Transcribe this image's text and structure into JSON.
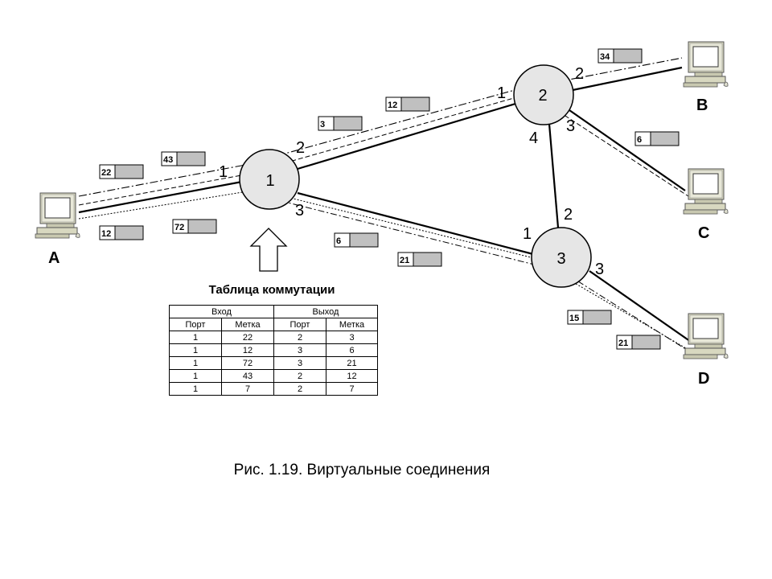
{
  "hosts": {
    "a": {
      "label": "A",
      "icon": "computer-icon"
    },
    "b": {
      "label": "B",
      "icon": "computer-icon"
    },
    "c": {
      "label": "C",
      "icon": "computer-icon"
    },
    "d": {
      "label": "D",
      "icon": "computer-icon"
    }
  },
  "switches": {
    "s1": {
      "label": "1",
      "ports": {
        "p1": "1",
        "p2": "2",
        "p3": "3"
      }
    },
    "s2": {
      "label": "2",
      "ports": {
        "p1": "1",
        "p2": "2",
        "p3": "3",
        "p4": "4"
      }
    },
    "s3": {
      "label": "3",
      "ports": {
        "p1": "1",
        "p2": "2",
        "p3": "3"
      }
    }
  },
  "tags": {
    "t22": "22",
    "t43": "43",
    "t12a": "12",
    "t72": "72",
    "t3": "3",
    "t12b": "12",
    "t34": "34",
    "t6a": "6",
    "t6b": "6",
    "t21a": "21",
    "t15": "15",
    "t21b": "21"
  },
  "table": {
    "title": "Таблица коммутации",
    "group_in": "Вход",
    "group_out": "Выход",
    "columns": [
      "Порт",
      "Метка",
      "Порт",
      "Метка"
    ],
    "rows": [
      [
        "1",
        "22",
        "2",
        "3"
      ],
      [
        "1",
        "12",
        "3",
        "6"
      ],
      [
        "1",
        "72",
        "3",
        "21"
      ],
      [
        "1",
        "43",
        "2",
        "12"
      ],
      [
        "1",
        "7",
        "2",
        "7"
      ]
    ]
  },
  "caption": "Рис. 1.19. Виртуальные соединения",
  "colors": {
    "switch_fill": "#e6e6e6",
    "tag_fill": "#c0c0c0",
    "computer_body": "#d8d8c0"
  }
}
